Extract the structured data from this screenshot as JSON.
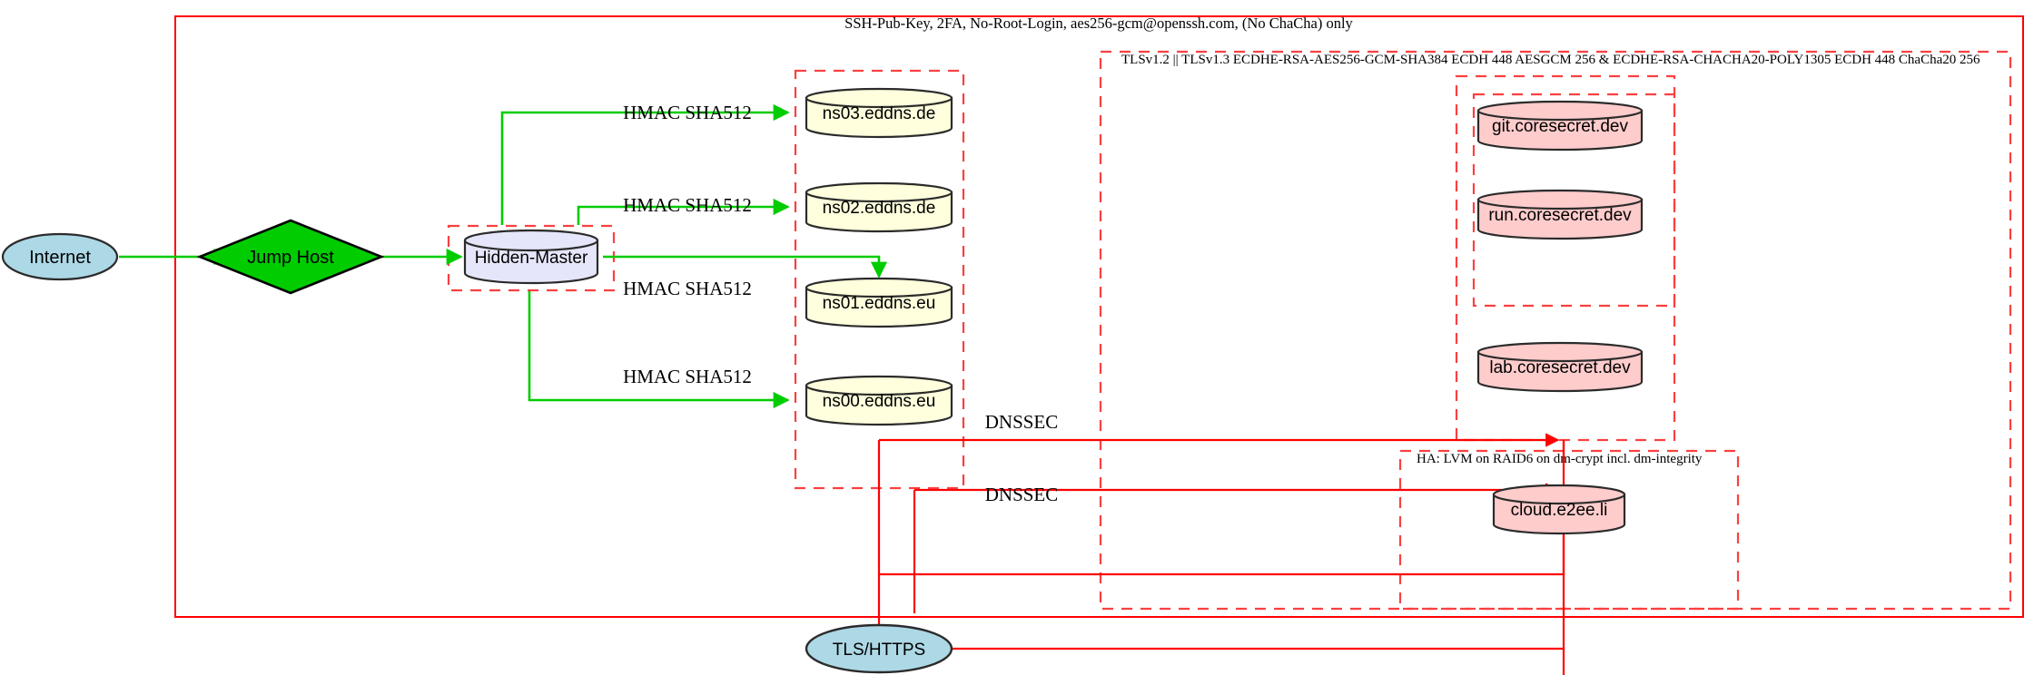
{
  "diagram": {
    "title_labels": {
      "outer_ssh": "SSH-Pub-Key, 2FA, No-Root-Login, aes256-gcm@openssh.com, (No ChaCha) only",
      "tls_suite": "TLSv1.2 || TLSv1.3 ECDHE-RSA-AES256-GCM-SHA384 ECDH 448 AESGCM 256 & ECDHE-RSA-CHACHA20-POLY1305 ECDH 448 ChaCha20 256",
      "ha_storage": "HA: LVM on RAID6 on dm-crypt incl. dm-integrity"
    },
    "nodes": {
      "internet": "Internet",
      "jump_host": "Jump Host",
      "hidden_master": "Hidden-Master",
      "ns03": "ns03.eddns.de",
      "ns02": "ns02.eddns.de",
      "ns01": "ns01.eddns.eu",
      "ns00": "ns00.eddns.eu",
      "git": "git.coresecret.dev",
      "run": "run.coresecret.dev",
      "lab": "lab.coresecret.dev",
      "cloud": "cloud.e2ee.li",
      "tls_https": "TLS/HTTPS"
    },
    "edge_labels": {
      "hmac_ns03": "HMAC SHA512",
      "hmac_ns02": "HMAC SHA512",
      "hmac_ns01": "HMAC SHA512",
      "hmac_ns00": "HMAC SHA512",
      "dnssec_upper": "DNSSEC",
      "dnssec_lower": "DNSSEC"
    },
    "colors": {
      "red_boundary": "#ff0000",
      "red_dashed": "#fb4040",
      "green_edge": "#00cc00",
      "node_blue": "#add8e6",
      "node_green": "#00cc00",
      "node_lavender": "#e6e6fa",
      "node_yellow": "#ffffdd",
      "node_pink": "#ffcccc",
      "stroke_dark": "#2b2b2b"
    }
  }
}
